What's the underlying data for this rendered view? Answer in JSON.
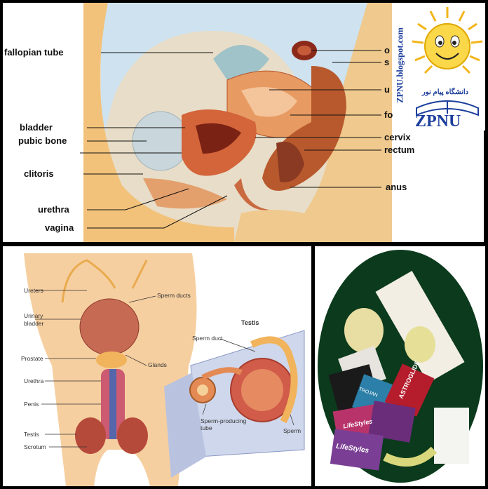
{
  "female_diagram": {
    "labels_left": [
      "fallopian tube",
      "bladder",
      "pubic bone",
      "clitoris",
      "urethra",
      "vagina"
    ],
    "labels_right": [
      "o",
      "s",
      "u",
      "fo",
      "cervix",
      "rectum",
      "anus"
    ]
  },
  "branding": {
    "blog_text": "ZPNU.blogspot.com",
    "logo_text": "ZPNU",
    "university_text": "دانشگاه پیام نور"
  },
  "male_diagram": {
    "labels": [
      "Ureters",
      "Urinary bladder",
      "Prostate",
      "Urethra",
      "Penis",
      "Testis",
      "Scrotum",
      "Sperm ducts",
      "Glands"
    ],
    "inset_title": "Testis",
    "inset_labels": [
      "Sperm duct",
      "Sperm-producing tube",
      "Sperm"
    ]
  },
  "photo": {
    "packet_texts": [
      "LifeStyles",
      "LifeStyles",
      "ASTROGLIDE",
      "TROJAN"
    ]
  }
}
